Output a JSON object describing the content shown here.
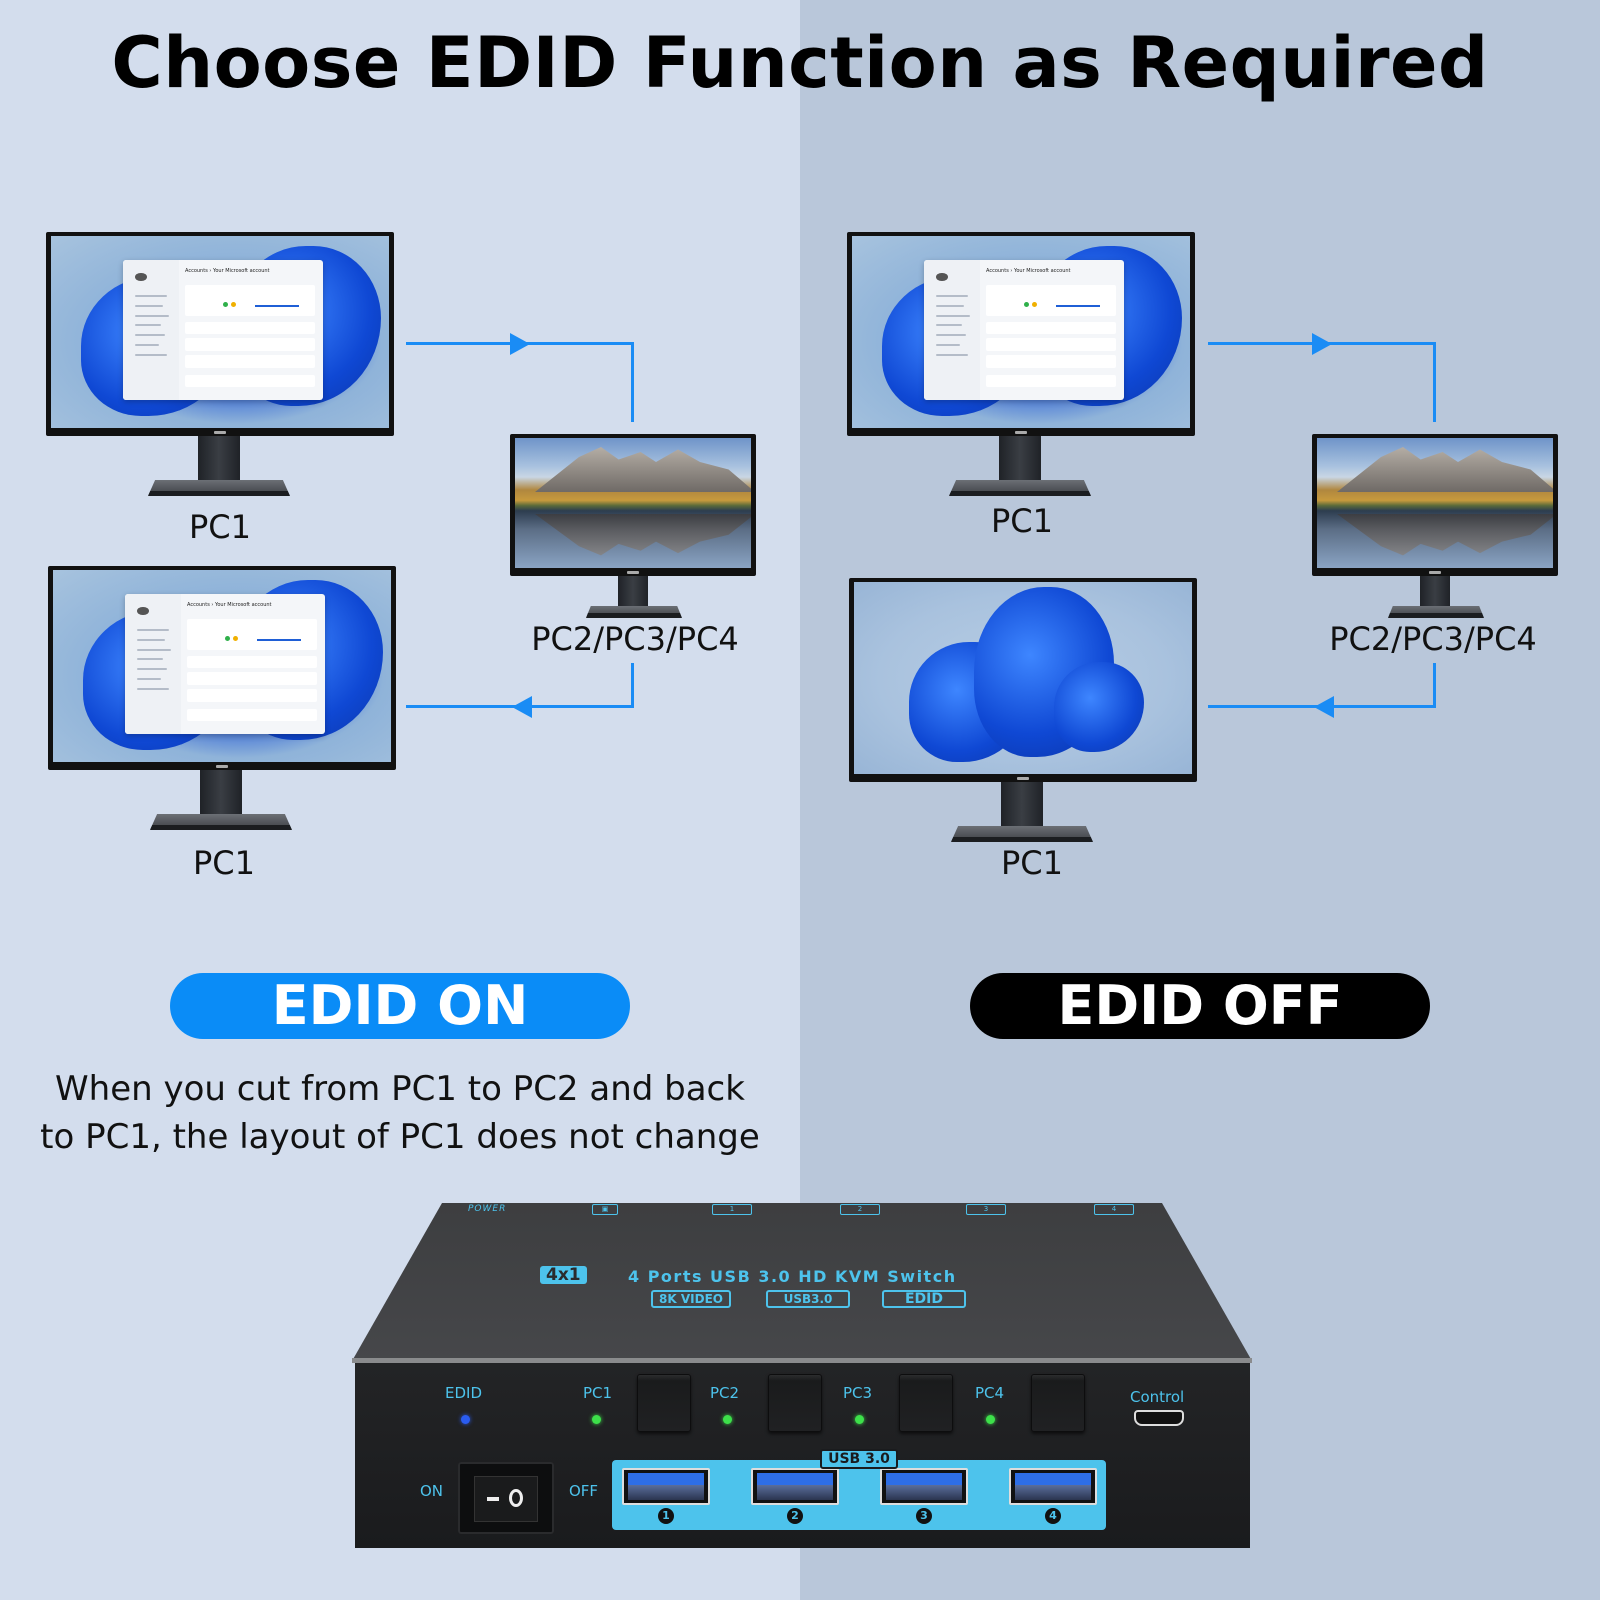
{
  "title": "Choose EDID Function as Required",
  "left_panel": {
    "mode_label": "EDID ON",
    "mode_color": "#0a8cf7",
    "monitors": [
      {
        "label": "PC1",
        "content": "windows-settings-account"
      },
      {
        "label": "PC2/PC3/PC4",
        "content": "mountain-lake-landscape"
      },
      {
        "label": "PC1",
        "content": "windows-settings-account"
      }
    ],
    "description_line1": "When you cut from PC1 to PC2 and back",
    "description_line2": "to PC1, the layout of PC1 does not change"
  },
  "right_panel": {
    "mode_label": "EDID OFF",
    "mode_color": "#000000",
    "monitors": [
      {
        "label": "PC1",
        "content": "windows-settings-account"
      },
      {
        "label": "PC2/PC3/PC4",
        "content": "mountain-lake-landscape"
      },
      {
        "label": "PC1",
        "content": "windows-bloom-wallpaper"
      }
    ]
  },
  "settings_window": {
    "breadcrumb": "Accounts  ›  Your Microsoft account"
  },
  "device": {
    "top_labels": [
      "POWER",
      "1",
      "2",
      "3",
      "4"
    ],
    "badge": "4x1",
    "title": "4 Ports USB 3.0 HD KVM Switch",
    "features": [
      "8K VIDEO",
      "USB3.0",
      "EDID"
    ],
    "edid_label": "EDID",
    "pc_labels": [
      "PC1",
      "PC2",
      "PC3",
      "PC4"
    ],
    "control_label": "Control",
    "switch_on": "ON",
    "switch_off": "OFF",
    "usb_tag": "USB 3.0",
    "usb_ports": [
      "1",
      "2",
      "3",
      "4"
    ],
    "led_colors": {
      "edid": "#2a5cf0",
      "pc": "#3de04a"
    },
    "accent_color": "#4dc3ec"
  },
  "colors": {
    "bg_left": "#d3dded",
    "bg_right": "#b9c7da",
    "arrow": "#1a8cf5"
  }
}
